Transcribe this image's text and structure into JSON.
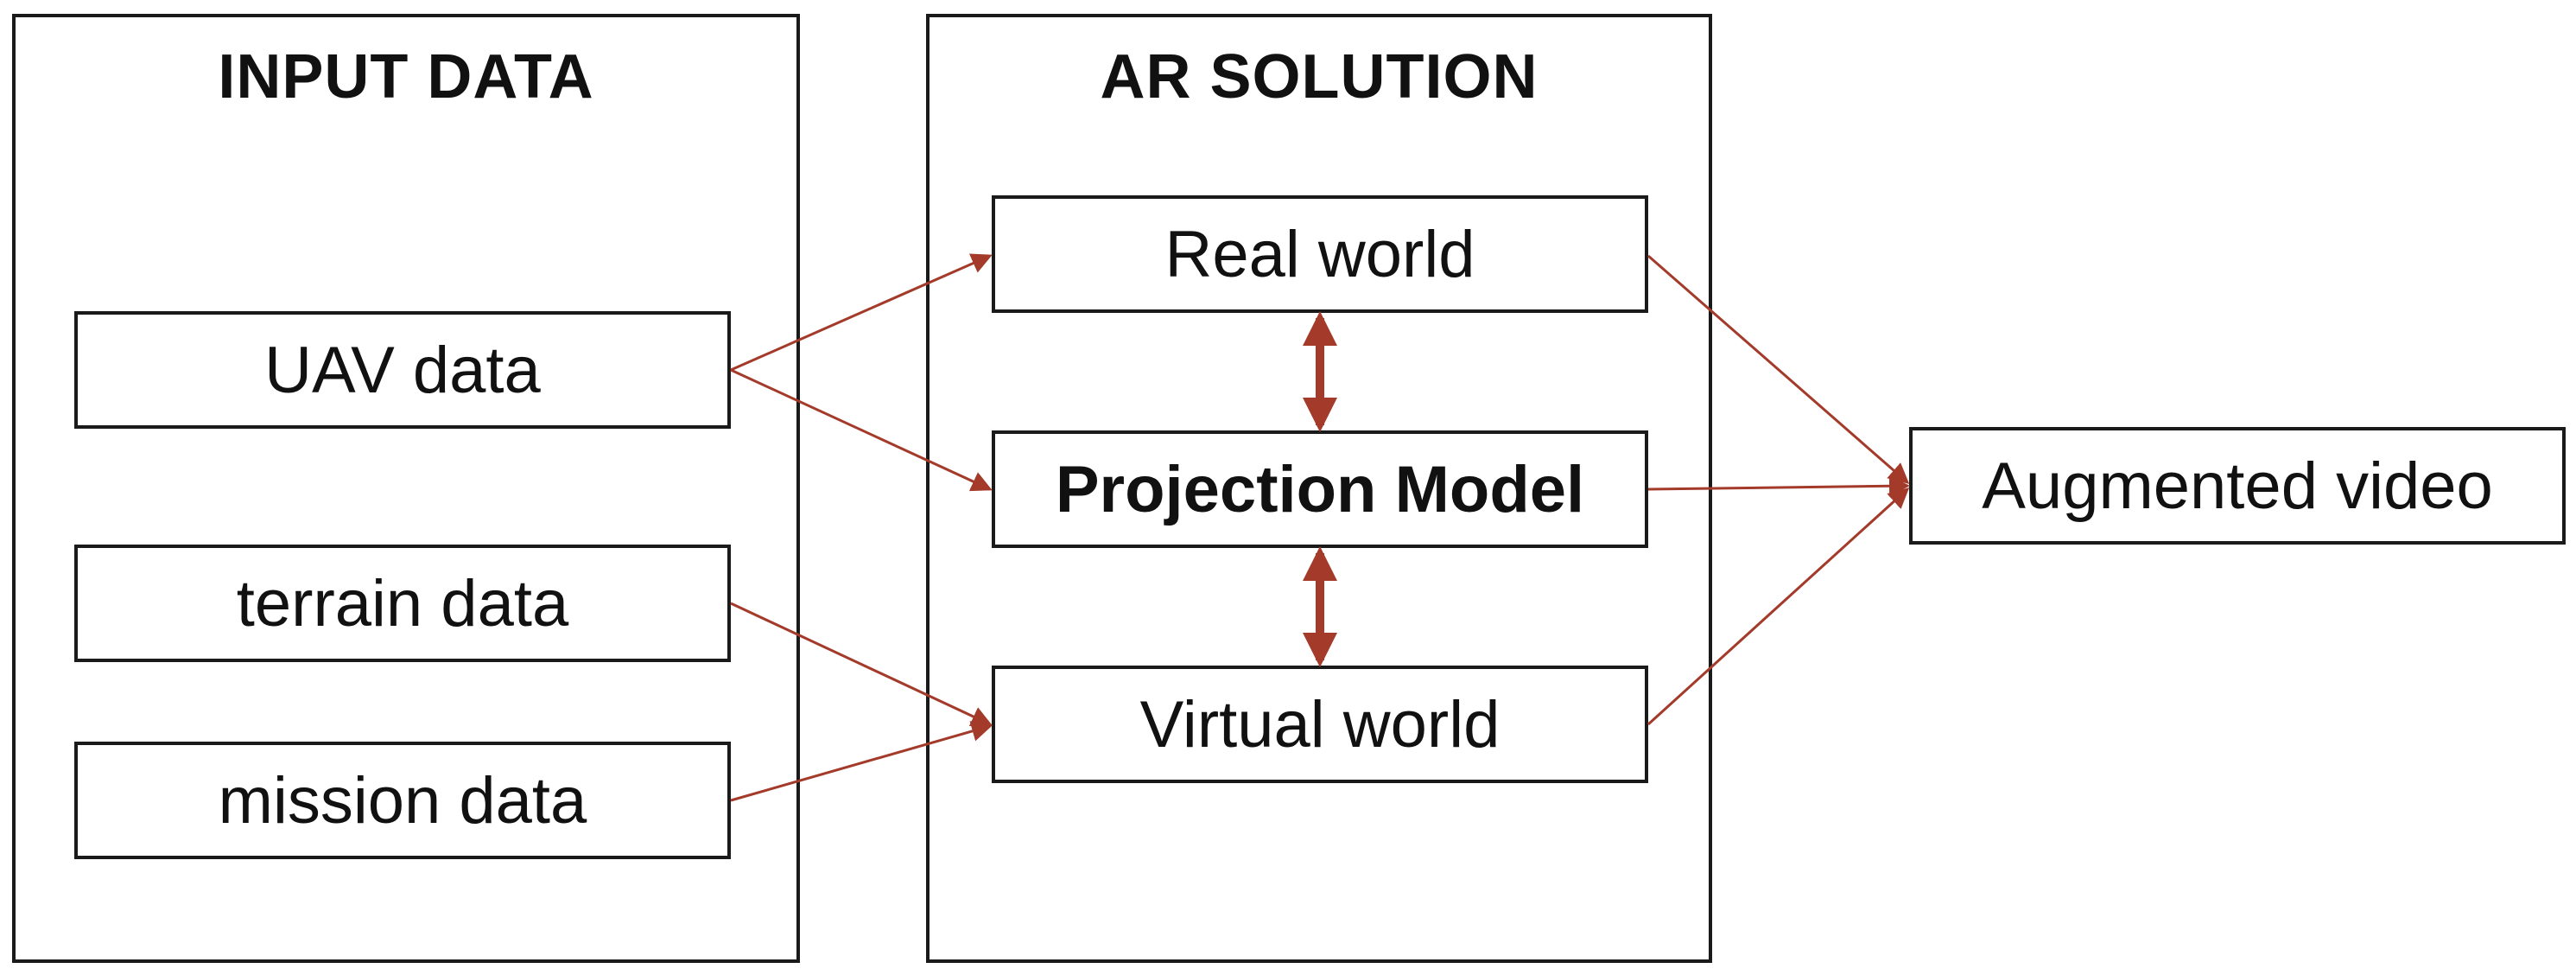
{
  "colors": {
    "arrow": "#a33a2a",
    "box_border": "#1a1a1a",
    "text": "#111111"
  },
  "groups": {
    "input": {
      "title": "INPUT DATA"
    },
    "ar": {
      "title": "AR SOLUTION"
    }
  },
  "nodes": {
    "uav": "UAV data",
    "terrain": "terrain data",
    "mission": "mission data",
    "real_world": "Real world",
    "projection_model": "Projection Model",
    "virtual_world": "Virtual world",
    "augmented_video": "Augmented video"
  }
}
